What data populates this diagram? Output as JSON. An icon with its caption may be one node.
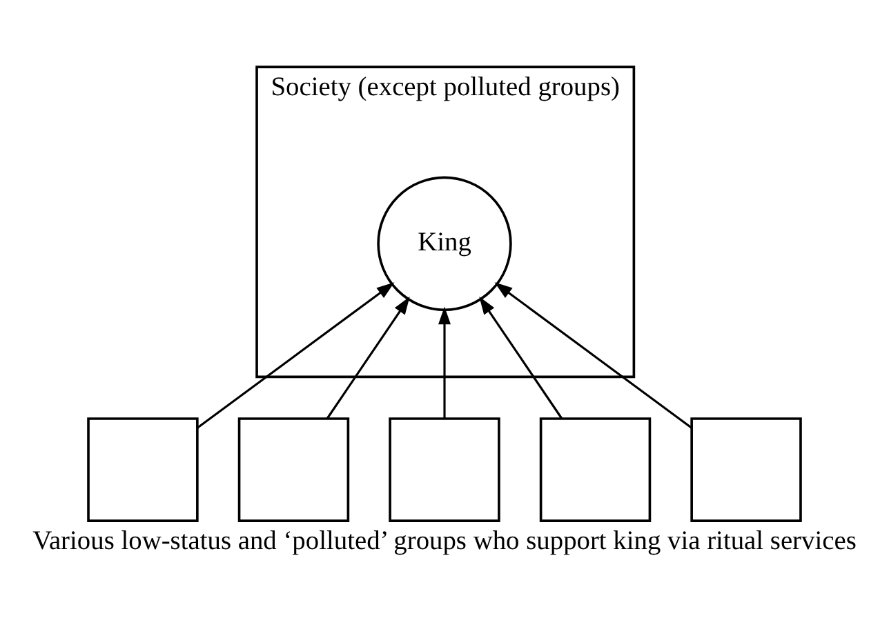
{
  "diagram": {
    "caption": "Various low-status and ‘polluted’ groups who support king via ritual services",
    "nodes": [
      {
        "text": [
          "Society (except polluted groups)"
        ]
      },
      {
        "text": [
          "King"
        ],
        "in": 0
      },
      {
        "text": [],
        "shape": "box"
      },
      {
        "text": [],
        "shape": "box"
      },
      {
        "text": [],
        "shape": "box"
      },
      {
        "text": [],
        "shape": "box"
      },
      {
        "text": [],
        "shape": "box"
      }
    ],
    "edges": [
      {
        "from": 2,
        "to": 1,
        "arrow": "to"
      },
      {
        "from": 3,
        "to": 1,
        "arrow": "to"
      },
      {
        "from": 4,
        "to": 1,
        "arrow": "to"
      },
      {
        "from": 5,
        "to": 1,
        "arrow": "to"
      },
      {
        "from": 6,
        "to": 1,
        "arrow": "to"
      }
    ]
  }
}
